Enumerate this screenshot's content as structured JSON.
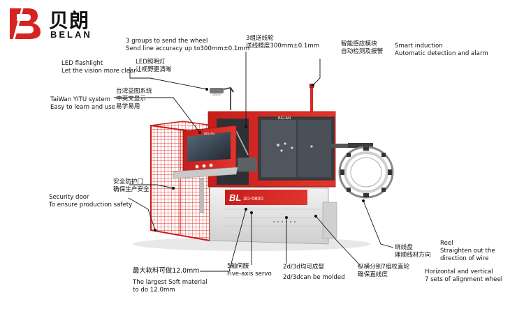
{
  "brand": {
    "cn_name": "贝朗",
    "en_name": "BELAN",
    "accent": "#d7231f"
  },
  "machine": {
    "plate_logo": "BL",
    "plate_model": "3D-5800",
    "screen_brand": "BELAN"
  },
  "callouts": {
    "wire_groups": {
      "line1": "3 groups to send the wheel",
      "line2": "Send line accuracy up to300mm±0.1mm"
    },
    "wire_groups_cn": {
      "line1": "3组送线轮",
      "line2": "送线精度300mm±0.1mm"
    },
    "smart_cn": {
      "line1": "智能感应模块",
      "line2": "自动检测及报警"
    },
    "smart_en": {
      "line1": "Smart induction",
      "line2": "Automatic detection and alarm"
    },
    "led_en": {
      "line1": "LED flashlight",
      "line2": "Let the vision more clear"
    },
    "led_cn": {
      "line1": "LED照明灯",
      "line2": "让视野更清晰"
    },
    "taiwan_en": {
      "line1": "TaiWan YITU system",
      "line2": "Easy to learn and use"
    },
    "taiwan_cn": {
      "line1": "台湾益图系统",
      "line2": "中英文显示",
      "line3": "易学易用"
    },
    "door_cn": {
      "line1": "安全防护门",
      "line2": "确保生产安全"
    },
    "door_en": {
      "line1": "Security door",
      "line2": "To ensure production safety"
    },
    "reel_en": {
      "line1": "Reel",
      "line2": "Straighten out the",
      "line3": "direction of wire"
    },
    "reel_cn": {
      "line1": "绕线盘",
      "line2": "理顺线材方向"
    },
    "soft_cn": {
      "line1": "最大软料可做12.0mm"
    },
    "soft_en": {
      "line1": "The largest Soft material",
      "line2": "to do 12.0mm"
    },
    "servo": {
      "line1": "5轴伺服",
      "line2": "Five-axis servo"
    },
    "molded": {
      "line1": "2d/3d均可成型",
      "line2": "2d/3dcan be molded"
    },
    "align_cn": {
      "line1": "纵横分别7组校直轮",
      "line2": "确保直线度"
    },
    "align_en": {
      "line1": "Horizontal and vertical",
      "line2": "7 sets of alignment wheel"
    }
  }
}
